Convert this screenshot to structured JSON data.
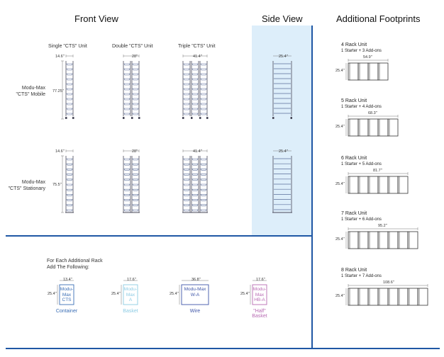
{
  "headings": {
    "front_view": "Front View",
    "side_view": "Side View",
    "additional_footprints": "Additional Footprints"
  },
  "columns": {
    "single": "Single \"CTS\" Unit",
    "double": "Double \"CTS\" Unit",
    "triple": "Triple \"CTS\" Unit"
  },
  "rows": {
    "mobile": {
      "line1": "Modu-Max",
      "line2": "\"CTS\" Mobile",
      "height": "77.25\""
    },
    "stationary": {
      "line1": "Modu-Max",
      "line2": "\"CTS\" Stationary",
      "height": "75.5\""
    }
  },
  "widths": {
    "single": "14.6\"",
    "double": "28\"",
    "triple": "41.4\"",
    "side": "25.4\""
  },
  "footprints": [
    {
      "title": "4 Rack Unit",
      "subtitle": "1 Starter + 3 Add-ons",
      "width": "54.9\"",
      "depth": "25.4\"",
      "racks": 4
    },
    {
      "title": "5 Rack Unit",
      "subtitle": "1 Starter + 4 Add-ons",
      "width": "68.3\"",
      "depth": "25.4\"",
      "racks": 5
    },
    {
      "title": "6 Rack Unit",
      "subtitle": "1 Starter + 5 Add-ons",
      "width": "81.7\"",
      "depth": "25.4\"",
      "racks": 6
    },
    {
      "title": "7 Rack Unit",
      "subtitle": "1 Starter + 6 Add-ons",
      "width": "95.2\"",
      "depth": "25.4\"",
      "racks": 7
    },
    {
      "title": "8 Rack Unit",
      "subtitle": "1 Starter + 7 Add-ons",
      "width": "108.6\"",
      "depth": "25.4\"",
      "racks": 8
    }
  ],
  "additional": {
    "intro_line1": "For Each Additional Rack",
    "intro_line2": "Add The Following:",
    "items": [
      {
        "box_lines": [
          "Modu-",
          "Max",
          "CTS"
        ],
        "width": "13.4\"",
        "depth": "25.4\"",
        "caption": "Container",
        "caption2": "",
        "color": "#3a6eb5"
      },
      {
        "box_lines": [
          "Modu-",
          "Max",
          "A"
        ],
        "width": "17.6\"",
        "depth": "25.4\"",
        "caption": "Basket",
        "caption2": "",
        "color": "#8ccbe4"
      },
      {
        "box_lines": [
          "Modu-Max",
          "W-A"
        ],
        "width": "36.8\"",
        "depth": "25.4\"",
        "caption": "Wire",
        "caption2": "",
        "color": "#3f56a8"
      },
      {
        "box_lines": [
          "Modu-",
          "Max",
          "HB-A"
        ],
        "width": "17.6\"",
        "depth": "25.4\"",
        "caption": "\"Half\"",
        "caption2": "Basket",
        "color": "#b86bb3"
      }
    ]
  },
  "colors": {
    "divider": "#1f57a4",
    "side_panel": "#ddeefa",
    "rack": "#4a4a5a",
    "dim": "#444444"
  }
}
